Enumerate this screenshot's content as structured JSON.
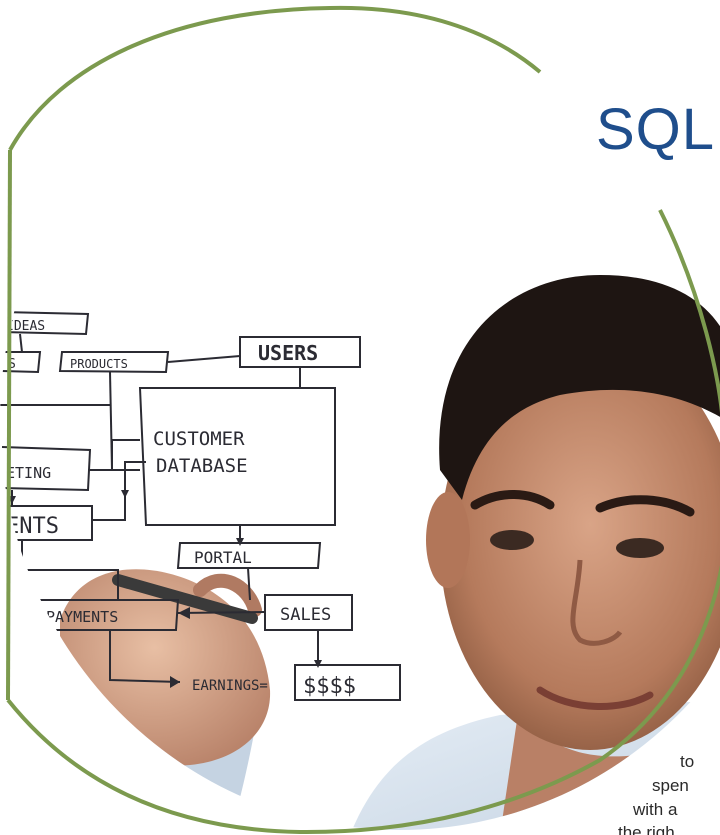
{
  "title": "SQL",
  "whiteboard": {
    "ideas": "IDEAS",
    "products": "PRODUCTS",
    "users": "USERS",
    "customer": "CUSTOMER",
    "database": "DATABASE",
    "marketing": "ETING",
    "events": "ENTS",
    "portal": "PORTAL",
    "payments": "PAYMENTS",
    "sales": "SALES",
    "earnings": "EARNINGS=",
    "money": "$$$$",
    "stub": "S"
  },
  "body_text": {
    "line1": "to",
    "line2": "spen",
    "line3": "with a",
    "line4": "the righ"
  },
  "colors": {
    "title": "#1f4e8c",
    "circle_border": "#7c9a4e",
    "ink": "#2b2b33"
  }
}
